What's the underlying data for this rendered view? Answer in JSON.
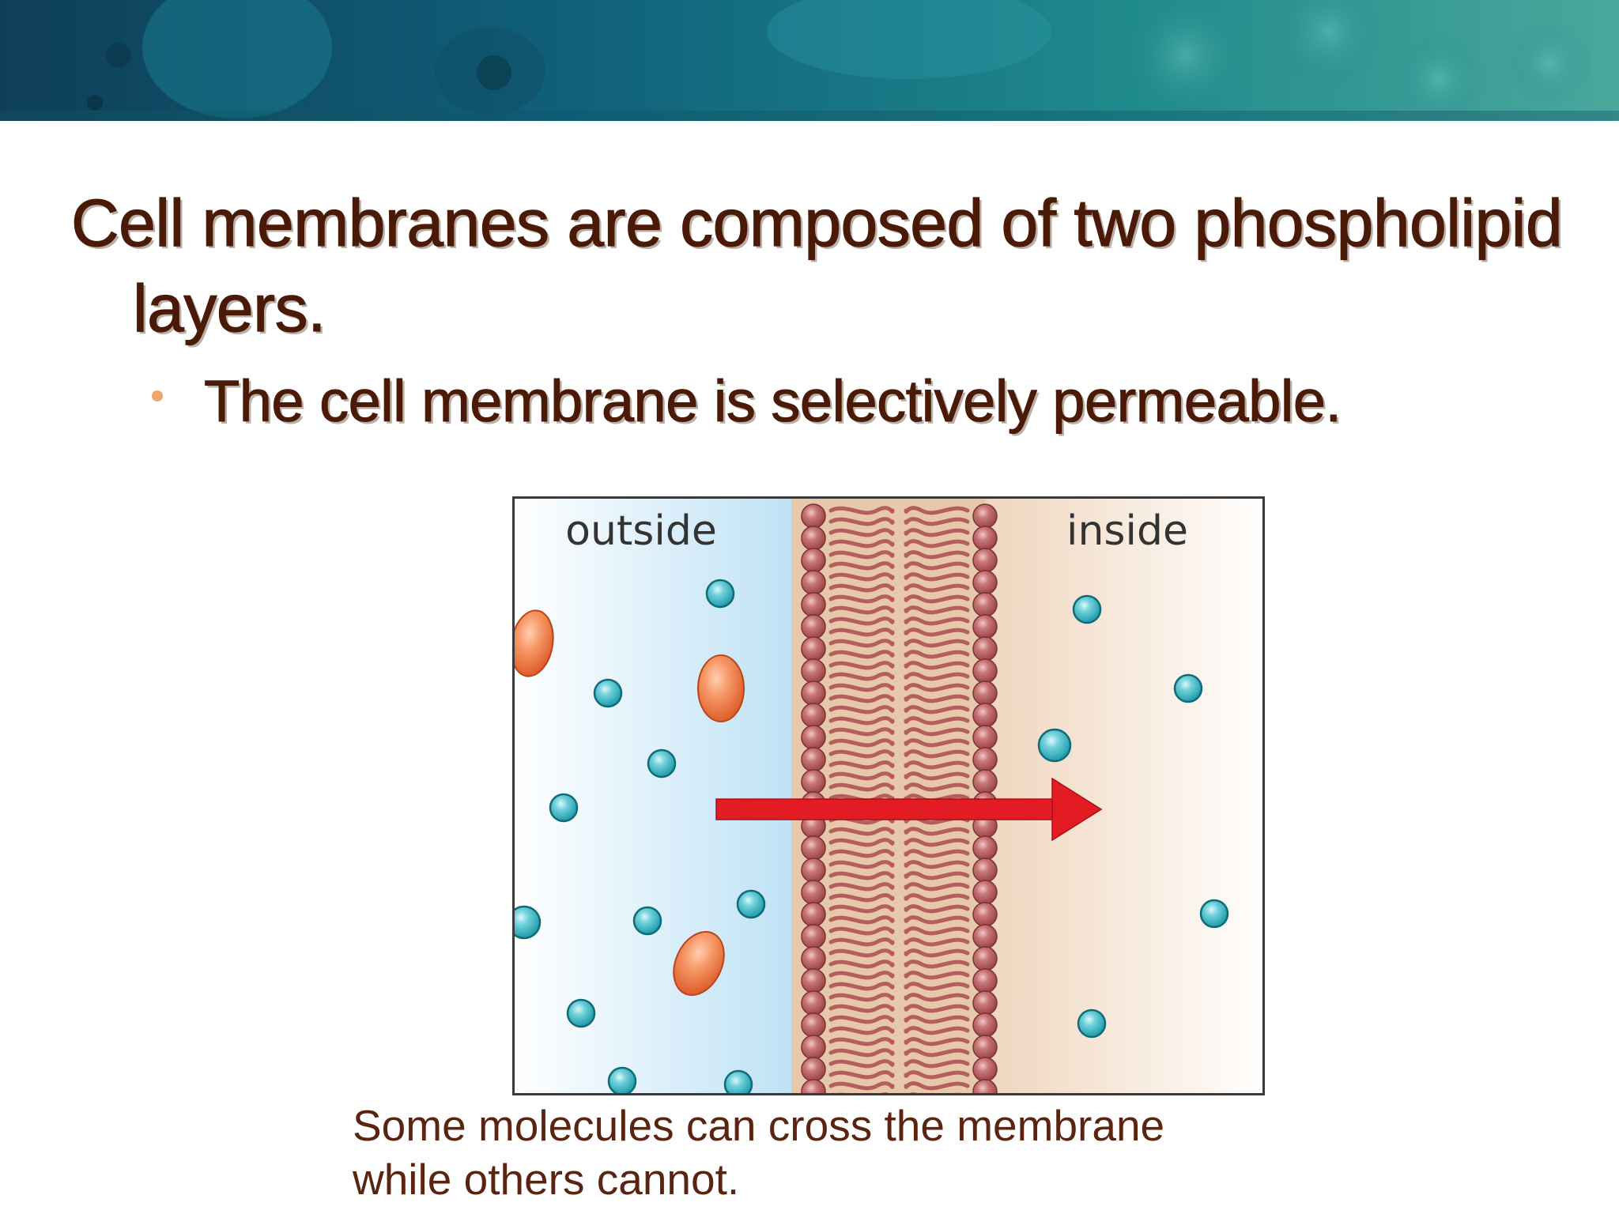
{
  "slide": {
    "title": "Cell membranes are composed of two phospholipid layers.",
    "bullet": "The cell membrane is selectively permeable."
  },
  "diagram": {
    "label_outside": "outside",
    "label_inside": "inside",
    "icon": "phospholipid-bilayer-diagram"
  },
  "caption": {
    "line1": "Some molecules can cross the membrane",
    "line2": "while others cannot."
  },
  "colors": {
    "title_text": "#4a1a06",
    "bullet_dot": "#f2a56a",
    "caption_text": "#5a2410",
    "arrow": "#e31b23",
    "small_molecule": "#3fbcc8",
    "large_molecule": "#f07f4e",
    "phospholipid_head": "#b85a5c"
  }
}
